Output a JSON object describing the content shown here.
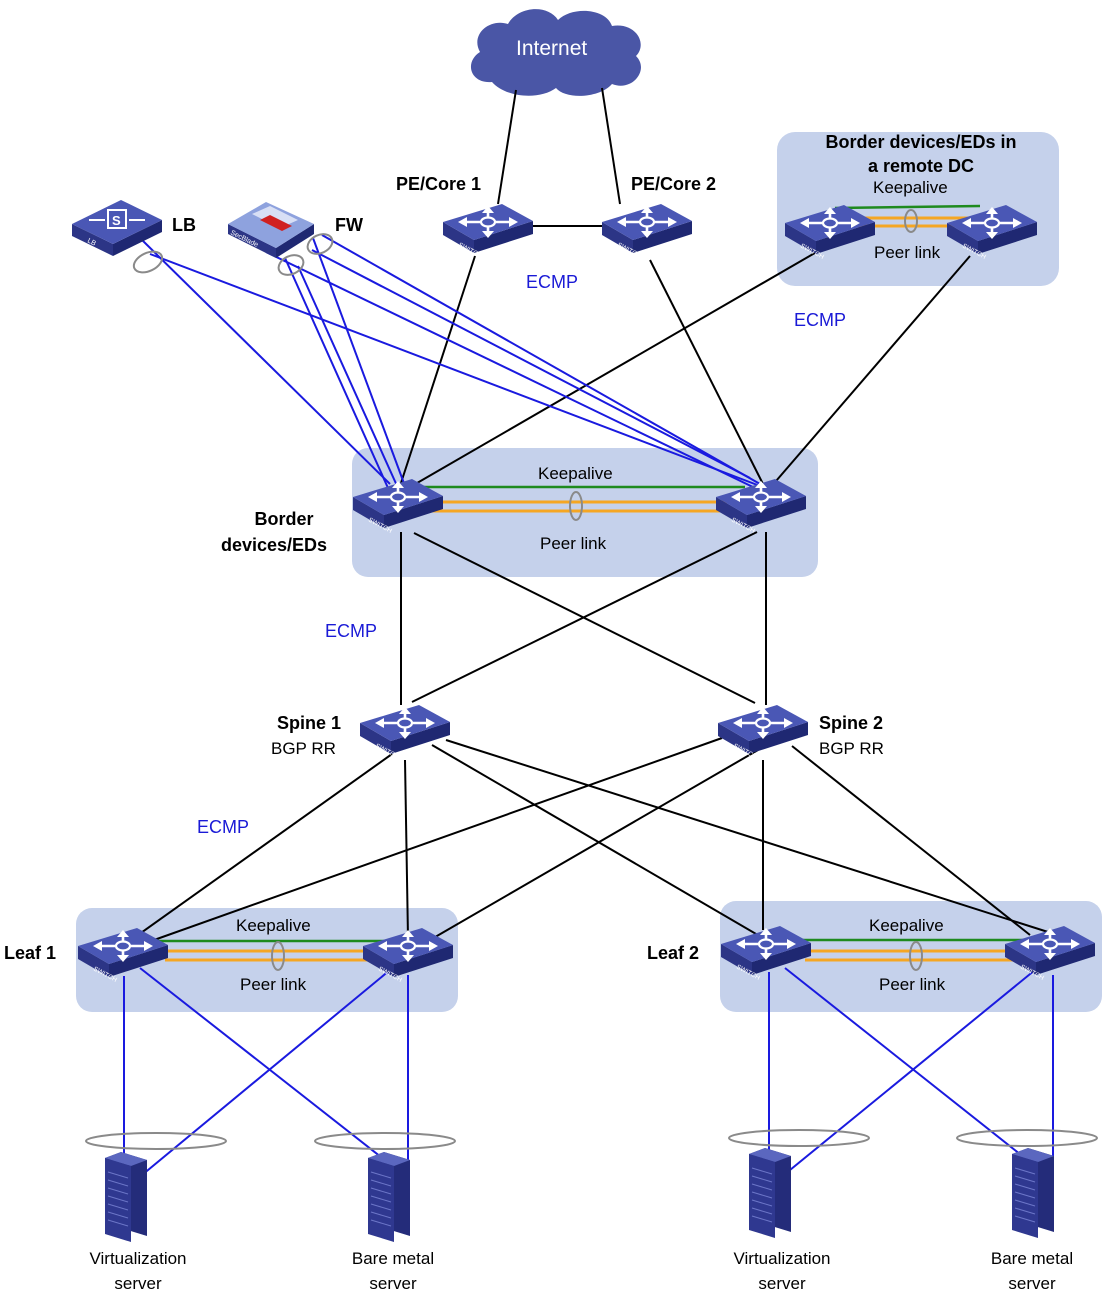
{
  "internet": "Internet",
  "pe_core_1": "PE/Core 1",
  "pe_core_2": "PE/Core 2",
  "lb": "LB",
  "fw": "FW",
  "remote_dc": {
    "title_line1": "Border devices/EDs in",
    "title_line2": "a remote DC",
    "keepalive": "Keepalive",
    "peer_link": "Peer link"
  },
  "border": {
    "label_line1": "Border",
    "label_line2": "devices/EDs",
    "keepalive": "Keepalive",
    "peer_link": "Peer link"
  },
  "spine1": {
    "name": "Spine 1",
    "role": "BGP RR"
  },
  "spine2": {
    "name": "Spine 2",
    "role": "BGP RR"
  },
  "leaf1": {
    "name": "Leaf 1",
    "keepalive": "Keepalive",
    "peer_link": "Peer link"
  },
  "leaf2": {
    "name": "Leaf 2",
    "keepalive": "Keepalive",
    "peer_link": "Peer link"
  },
  "ecmp_labels": [
    "ECMP",
    "ECMP",
    "ECMP",
    "ECMP"
  ],
  "servers": [
    {
      "line1": "Virtualization",
      "line2": "server"
    },
    {
      "line1": "Bare metal",
      "line2": "server"
    },
    {
      "line1": "Virtualization",
      "line2": "server"
    },
    {
      "line1": "Bare metal",
      "line2": "server"
    }
  ],
  "switch_text": "SWITCH",
  "lb_device_text": "LB",
  "fw_device_text": "SecBlade",
  "colors": {
    "switch_top": "#4a57b5",
    "switch_side": "#2c3586",
    "group_bg": "#c5d1eb",
    "cloud": "#4a56a6",
    "link_black": "#000000",
    "link_blue": "#1a1adf",
    "keepalive": "#1e8a1e",
    "peer": "#f5a623",
    "ecmp_text": "#1a1ad6"
  }
}
